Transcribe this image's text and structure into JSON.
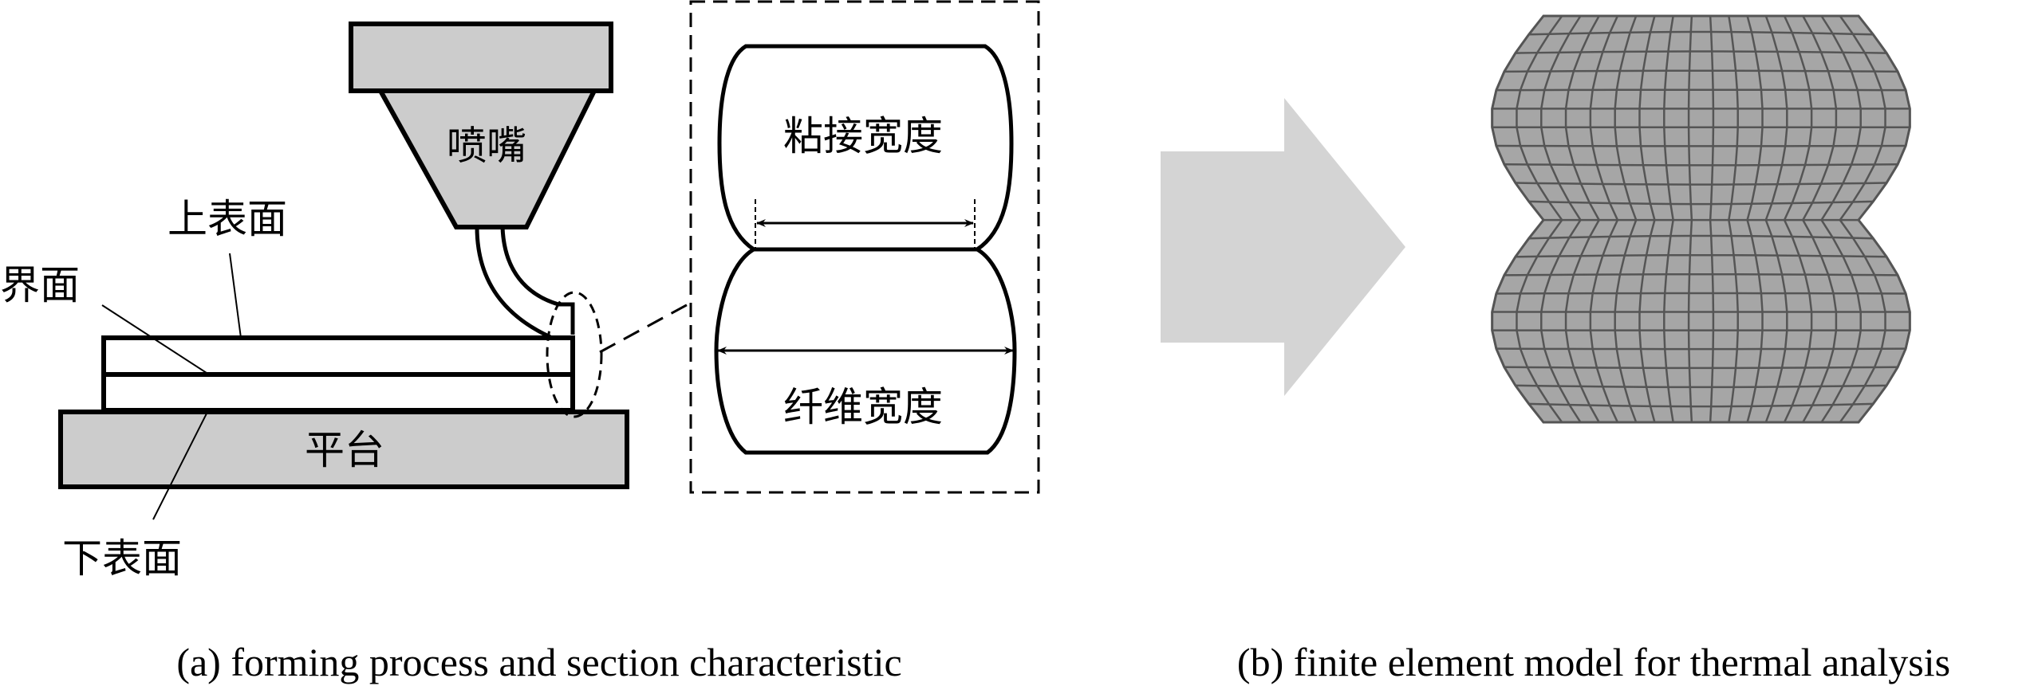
{
  "panel_a": {
    "nozzle_label": "喷嘴",
    "upper_surface_label": "上表面",
    "interface_label": "界面",
    "lower_surface_label": "下表面",
    "platform_label": "平台",
    "bond_width_label": "粘接宽度",
    "fiber_width_label": "纤维宽度",
    "caption": "(a) forming process and section characteristic"
  },
  "panel_b": {
    "caption": "(b) finite element model for thermal analysis",
    "mesh_columns": 17,
    "mesh_rows_per_bead": 11
  },
  "colors": {
    "block_fill": "#cccccc",
    "arrow_fill": "#d4d4d4",
    "mesh_fill": "#a6a6a6",
    "mesh_line": "#555555"
  }
}
